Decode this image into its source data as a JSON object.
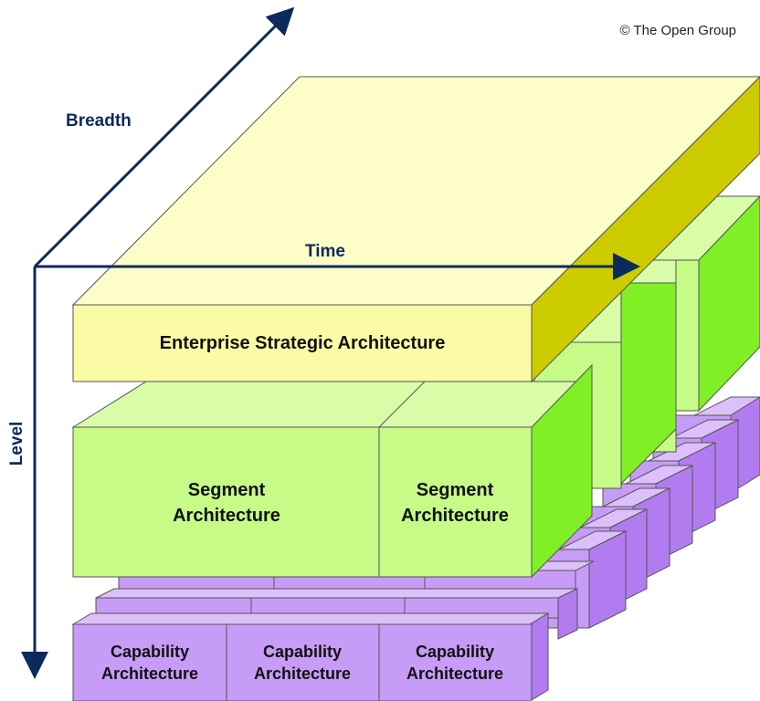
{
  "copyright": "© The Open Group",
  "axes": {
    "breadth": "Breadth",
    "time": "Time",
    "level": "Level"
  },
  "blocks": {
    "enterprise": "Enterprise Strategic Architecture",
    "segment_line1": "Segment",
    "segment_line2": "Architecture",
    "capability_line1": "Capability",
    "capability_line2": "Architecture"
  },
  "colors": {
    "axis": "#0d2a5c",
    "enterprise_front": "#fbfba6",
    "enterprise_top": "#fdfdc8",
    "enterprise_side": "#cccc00",
    "segment_front": "#c6fb88",
    "segment_top": "#d8fca8",
    "segment_side": "#80ef26",
    "capability_front": "#c79cf6",
    "capability_top": "#dcc0fa",
    "capability_side": "#b27cf0",
    "outline": "#555555",
    "text": "#111111"
  }
}
